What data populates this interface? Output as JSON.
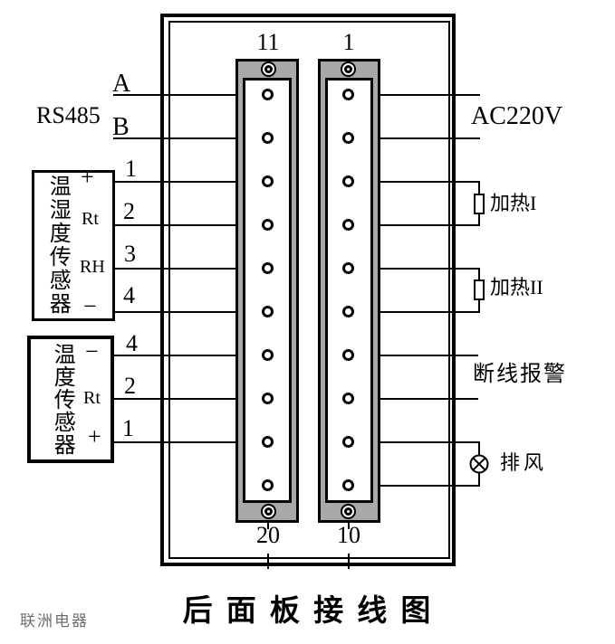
{
  "title": "后 面 板 接 线 图",
  "watermark": "联洲电器",
  "colors": {
    "strip-gray": "#a8a8a8",
    "line-black": "#000000",
    "watermark-gray": "#6e6e6e"
  },
  "rs485": {
    "label": "RS485",
    "line_a": "A",
    "line_b": "B"
  },
  "strips": {
    "left": {
      "top_label": "11",
      "bottom_label": "20"
    },
    "right": {
      "top_label": "1",
      "bottom_label": "10"
    }
  },
  "sensors": [
    {
      "name": "温湿度传感器",
      "pins": [
        {
          "pin": "+",
          "wire_no": "1"
        },
        {
          "pin": "Rt",
          "wire_no": "2"
        },
        {
          "pin": "RH",
          "wire_no": "3"
        },
        {
          "pin": "−",
          "wire_no": "4"
        }
      ]
    },
    {
      "name": "温度传感器",
      "pins": [
        {
          "pin": "−",
          "wire_no": "4"
        },
        {
          "pin": "Rt",
          "wire_no": "2"
        },
        {
          "pin": "+",
          "wire_no": "1"
        }
      ]
    }
  ],
  "right_side": {
    "power": "AC220V",
    "heater1": "加热I",
    "heater2": "加热II",
    "alarm": "断线报警",
    "exhaust": "排风"
  }
}
